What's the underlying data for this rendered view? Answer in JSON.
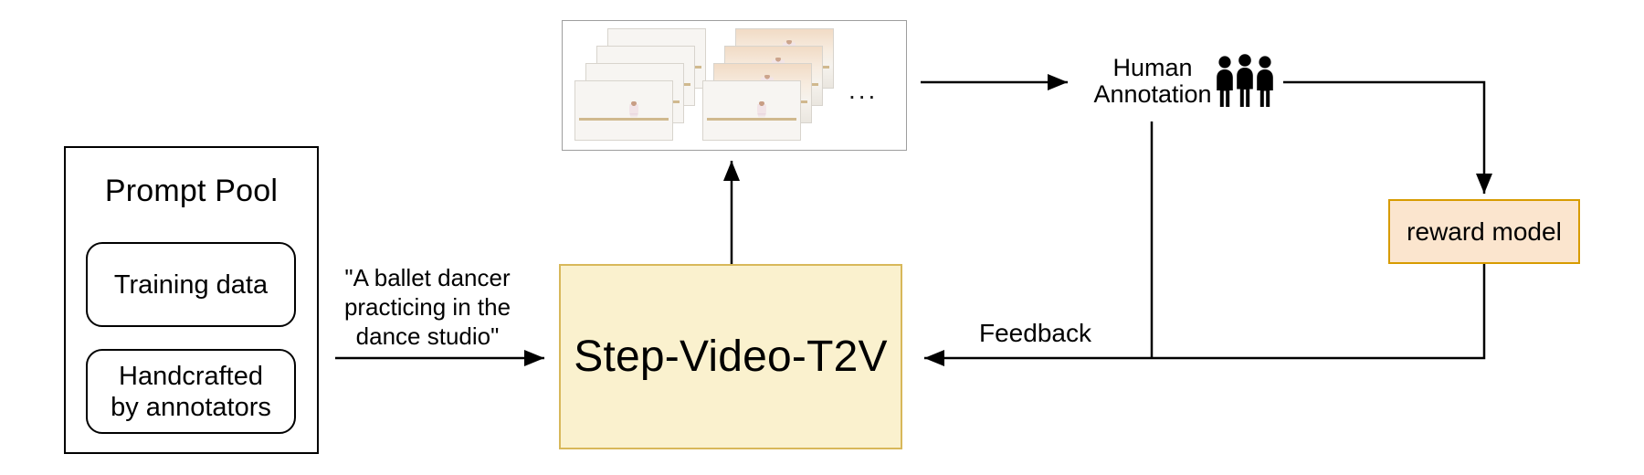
{
  "figure": {
    "prompt_pool": {
      "title": "Prompt Pool",
      "sources": [
        {
          "label": "Training data"
        },
        {
          "label": "Handcrafted by annotators"
        }
      ]
    },
    "prompt": {
      "line1": "\"A ballet dancer",
      "line2": "practicing in the",
      "line3": "dance studio\""
    },
    "model": {
      "label": "Step-Video-T2V"
    },
    "video_frames": {
      "ellipsis": "..."
    },
    "human_annotation": {
      "line1": "Human",
      "line2": "Annotation"
    },
    "reward_model": {
      "label": "reward model"
    },
    "feedback": {
      "label": "Feedback"
    }
  },
  "icons": {
    "people_icon": "three-human-annotators"
  },
  "colors": {
    "model_fill": "#FAF1CE",
    "model_stroke": "#D8B85A",
    "reward_fill": "#FBE5CE",
    "reward_stroke": "#D79B00",
    "connector": "#000000"
  }
}
